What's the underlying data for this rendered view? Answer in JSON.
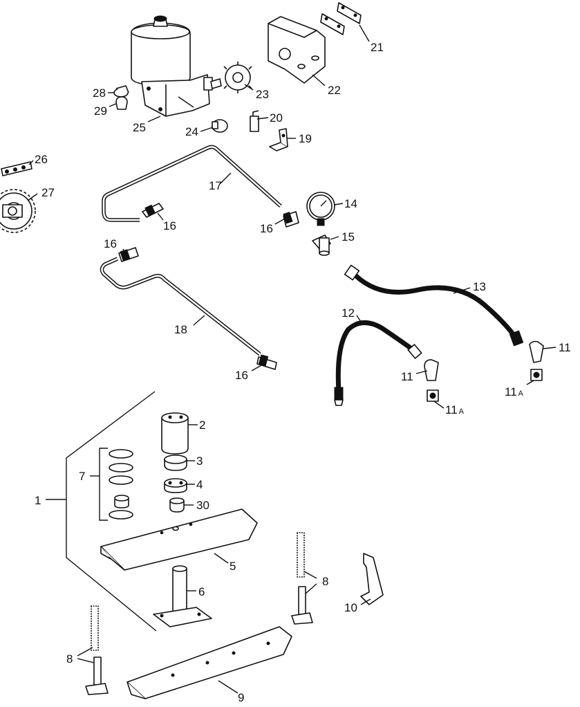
{
  "callouts": {
    "c1": "1",
    "c2": "2",
    "c3": "3",
    "c4": "4",
    "c5": "5",
    "c6": "6",
    "c7": "7",
    "c8a": "8",
    "c8b": "8",
    "c9": "9",
    "c10": "10",
    "c11a": "11",
    "c11b": "11",
    "c11A1": "11",
    "c11A2": "11",
    "sub_a": "A",
    "c12": "12",
    "c13": "13",
    "c14": "14",
    "c15": "15",
    "c16a": "16",
    "c16b": "16",
    "c16c": "16",
    "c16d": "16",
    "c17": "17",
    "c18": "18",
    "c19": "19",
    "c20": "20",
    "c21": "21",
    "c22": "22",
    "c23": "23",
    "c24": "24",
    "c25": "25",
    "c26": "26",
    "c27": "27",
    "c28": "28",
    "c29": "29",
    "c30": "30"
  }
}
